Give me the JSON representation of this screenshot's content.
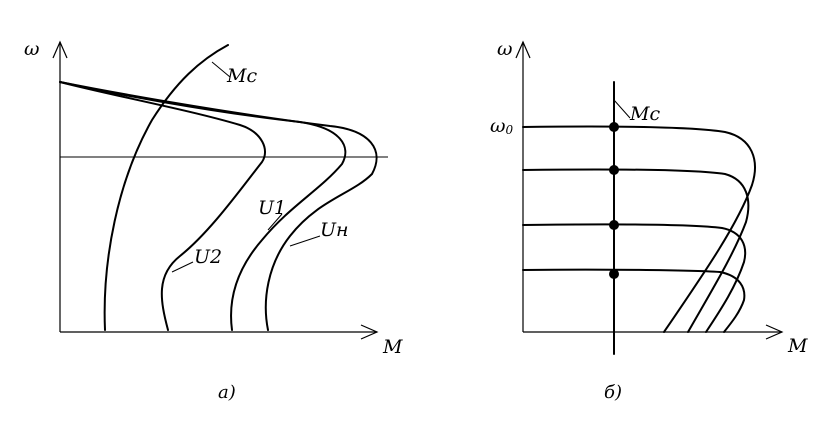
{
  "left_panel": {
    "y_axis_label": "ω",
    "x_axis_label": "M",
    "curve_labels": {
      "load": "Mc",
      "u1": "U1",
      "u2": "U2",
      "un": "Uн"
    },
    "caption": "а)"
  },
  "right_panel": {
    "y_axis_label": "ω",
    "x_axis_label": "M",
    "omega0_main": "ω",
    "omega0_sub": "0",
    "load_label": "Mc",
    "caption": "б)"
  }
}
